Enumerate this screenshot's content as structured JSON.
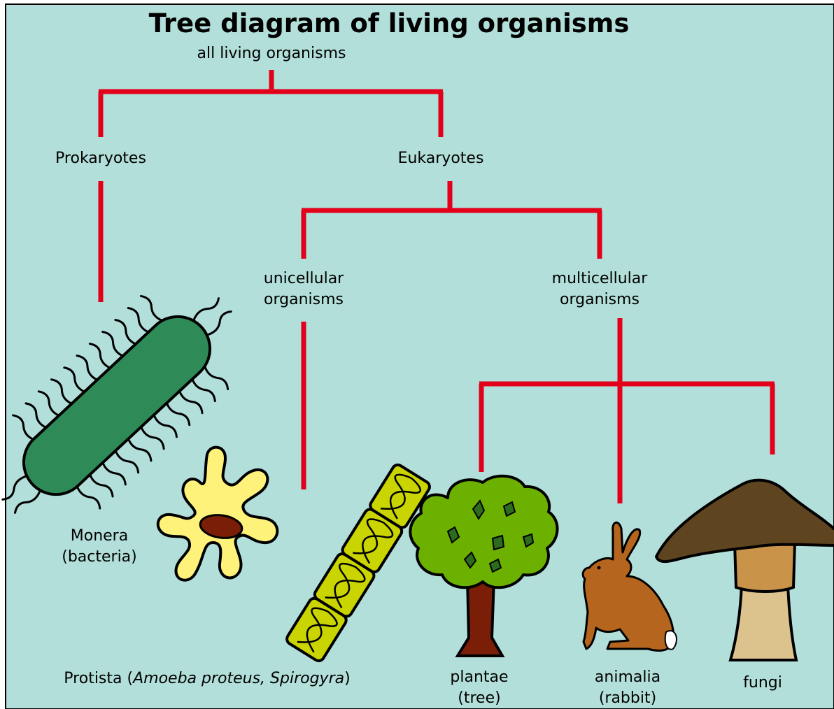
{
  "title": "Tree diagram of living organisms",
  "root": "all living organisms",
  "nodes": {
    "prokaryotes": "Prokaryotes",
    "eukaryotes": "Eukaryotes",
    "unicellular_line1": "unicellular",
    "unicellular_line2": "organisms",
    "multicellular_line1": "multicellular",
    "multicellular_line2": "organisms"
  },
  "leaves": {
    "monera_line1": "Monera",
    "monera_line2": "(bacteria)",
    "protista_name": "Protista (",
    "protista_examples": "Amoeba proteus, Spirogyra",
    "protista_close": ")",
    "plantae_line1": "plantae",
    "plantae_line2": "(tree)",
    "animalia_line1": "animalia",
    "animalia_line2": "(rabbit)",
    "fungi": "fungi"
  },
  "colors": {
    "background": "#b2dfda",
    "branch": "#e2001a",
    "bacterium": "#2e8b57",
    "amoeba": "#fff27a",
    "amoeba_nucleus": "#7a1e08",
    "spirogyra": "#c9d400",
    "tree_canopy": "#6db100",
    "tree_trunk": "#7a1e08",
    "rabbit": "#b5651d",
    "mushroom_cap": "#5e4520",
    "mushroom_ring": "#c9934a",
    "mushroom_stem": "#dcc38e"
  },
  "icons": [
    "bacterium-icon",
    "amoeba-icon",
    "spirogyra-icon",
    "tree-icon",
    "rabbit-icon",
    "mushroom-icon"
  ]
}
